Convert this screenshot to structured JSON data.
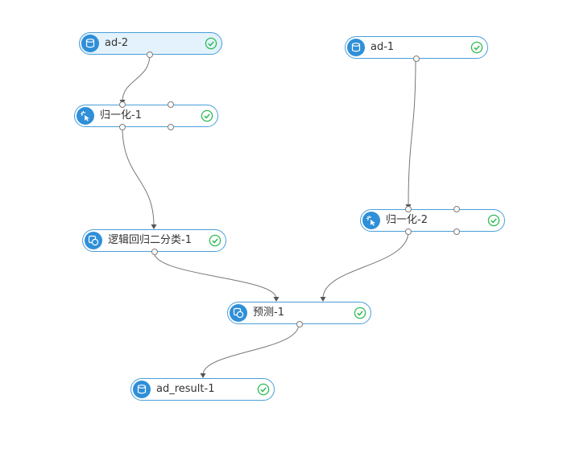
{
  "colors": {
    "node_border": "#4a9fd9",
    "node_icon_bg": "#2f8fd8",
    "selected_bg": "#e3f2fc",
    "status_ok": "#2dbb55",
    "edge": "#777777"
  },
  "nodes": [
    {
      "id": "ad2",
      "label": "ad-2",
      "icon": "database-icon",
      "status": "success",
      "selected": true
    },
    {
      "id": "norm1",
      "label": "归一化-1",
      "icon": "cursor-click-icon",
      "status": "success",
      "selected": false
    },
    {
      "id": "lr1",
      "label": "逻辑回归二分类-1",
      "icon": "model-icon",
      "status": "success",
      "selected": false
    },
    {
      "id": "ad1",
      "label": "ad-1",
      "icon": "database-icon",
      "status": "success",
      "selected": false
    },
    {
      "id": "norm2",
      "label": "归一化-2",
      "icon": "cursor-click-icon",
      "status": "success",
      "selected": false
    },
    {
      "id": "pred1",
      "label": "预测-1",
      "icon": "model-icon",
      "status": "success",
      "selected": false
    },
    {
      "id": "result1",
      "label": "ad_result-1",
      "icon": "database-icon",
      "status": "success",
      "selected": false
    }
  ],
  "edges": [
    {
      "from": "ad2",
      "to": "norm1"
    },
    {
      "from": "norm1",
      "to": "lr1"
    },
    {
      "from": "ad1",
      "to": "norm2"
    },
    {
      "from": "lr1",
      "to": "pred1"
    },
    {
      "from": "norm2",
      "to": "pred1"
    },
    {
      "from": "pred1",
      "to": "result1"
    }
  ]
}
